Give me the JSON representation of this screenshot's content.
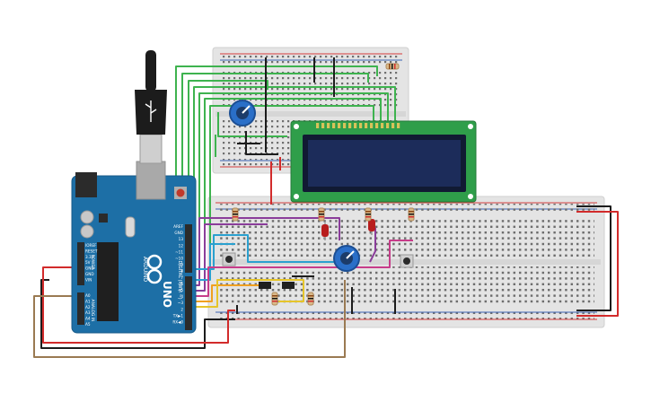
{
  "colors": {
    "background": "#ffffff",
    "breadboard": "#e4e4e4",
    "breadboard_edge": "#cfcfcf",
    "rail_red": "#d43b3b",
    "rail_blue": "#3b63b5",
    "arduino_board": "#1d6fa6",
    "arduino_dark": "#175a88",
    "lcd_pcb": "#2f9e4a",
    "lcd_screen": "#1c2c5a",
    "wire_green": "#3eb34f",
    "wire_black": "#1c1c1c",
    "wire_red": "#d22b2b",
    "wire_purple": "#8a3d9a",
    "wire_cyan": "#2aa0cf",
    "wire_orange": "#f0a020",
    "wire_yellow": "#e6c52a",
    "wire_brown": "#9a7a52",
    "wire_magenta": "#c73d8a",
    "led_red": "#b81d1d",
    "pot_blue": "#2a6fc8",
    "resistor_body": "#d9b98a"
  },
  "arduino": {
    "brand_label": "UNO",
    "maker_label": "ARDUINO",
    "digital_label": "DIGITAL (PWM ~)",
    "power_label": "POWER",
    "analog_label": "ANALOG IN",
    "power_pins": [
      "IOREF",
      "RESET",
      "3.3V",
      "5V",
      "GND",
      "GND",
      "VIN"
    ],
    "analog_pins": [
      "A0",
      "A1",
      "A2",
      "A3",
      "A4",
      "A5"
    ],
    "digital_pins": [
      "AREF",
      "GND",
      "13",
      "12",
      "~11",
      "~10",
      "~9",
      "8",
      "7",
      "~6",
      "~5",
      "4",
      "~3",
      "2",
      "TX▶1",
      "RX◀0"
    ]
  },
  "components": {
    "led_count": 2,
    "button_count": 2,
    "potentiometer_count": 2
  }
}
